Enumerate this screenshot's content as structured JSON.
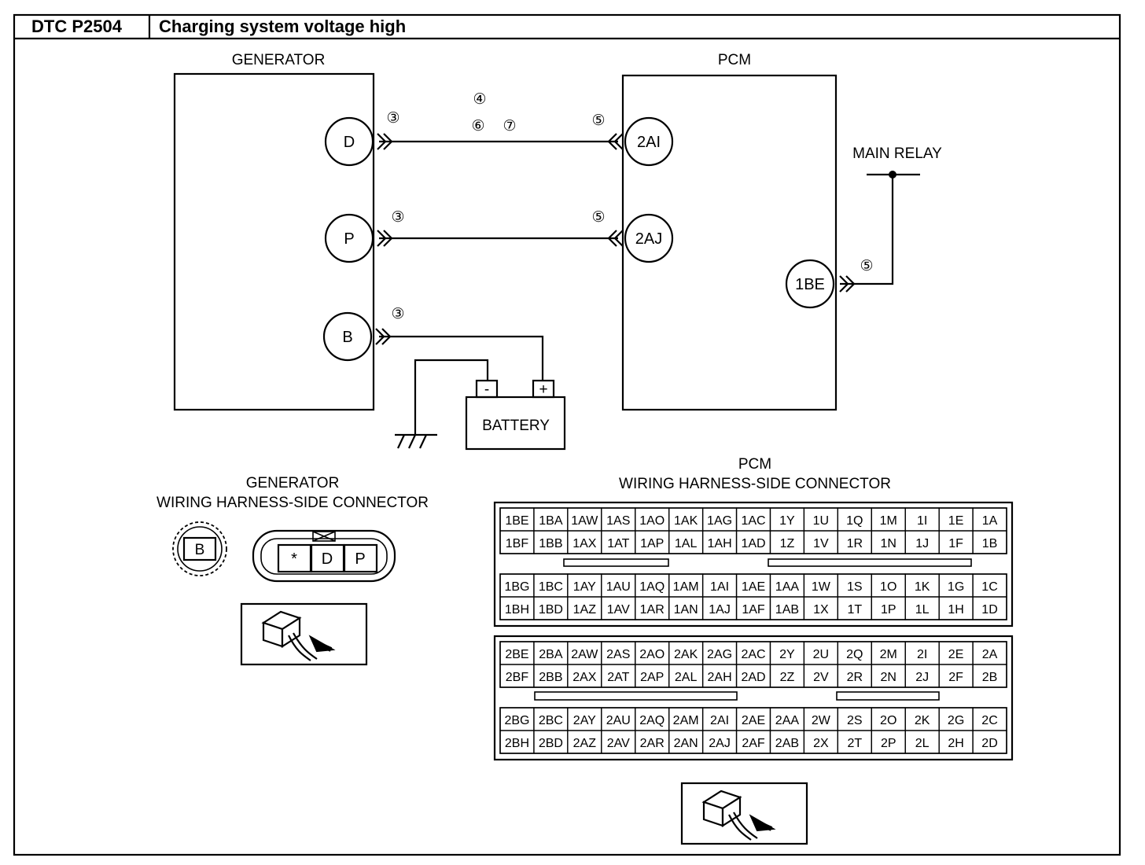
{
  "header": {
    "code": "DTC P2504",
    "title": "Charging system voltage high"
  },
  "components": {
    "generator": "GENERATOR",
    "pcm": "PCM",
    "main_relay": "MAIN RELAY",
    "battery": "BATTERY",
    "battery_neg": "-",
    "battery_pos": "+"
  },
  "generator_pins": {
    "d": "D",
    "p": "P",
    "b": "B"
  },
  "pcm_pins": {
    "ai": "2AI",
    "aj": "2AJ",
    "be": "1BE"
  },
  "step_marks": {
    "gen_d": "③",
    "gen_p": "③",
    "gen_b": "③",
    "wire_d_top": "④",
    "wire_d_a": "⑥",
    "wire_d_b": "⑦",
    "pcm_ai": "⑤",
    "pcm_aj": "⑤",
    "pcm_be": "⑤"
  },
  "gen_connector": {
    "title1": "GENERATOR",
    "title2": "WIRING HARNESS-SIDE CONNECTOR",
    "b_pin": "B",
    "pins": [
      "*",
      "D",
      "P"
    ]
  },
  "pcm_connector": {
    "title1": "PCM",
    "title2": "WIRING HARNESS-SIDE CONNECTOR",
    "block1": [
      [
        "1BE",
        "1BA",
        "1AW",
        "1AS",
        "1AO",
        "1AK",
        "1AG",
        "1AC",
        "1Y",
        "1U",
        "1Q",
        "1M",
        "1I",
        "1E",
        "1A"
      ],
      [
        "1BF",
        "1BB",
        "1AX",
        "1AT",
        "1AP",
        "1AL",
        "1AH",
        "1AD",
        "1Z",
        "1V",
        "1R",
        "1N",
        "1J",
        "1F",
        "1B"
      ]
    ],
    "block2": [
      [
        "1BG",
        "1BC",
        "1AY",
        "1AU",
        "1AQ",
        "1AM",
        "1AI",
        "1AE",
        "1AA",
        "1W",
        "1S",
        "1O",
        "1K",
        "1G",
        "1C"
      ],
      [
        "1BH",
        "1BD",
        "1AZ",
        "1AV",
        "1AR",
        "1AN",
        "1AJ",
        "1AF",
        "1AB",
        "1X",
        "1T",
        "1P",
        "1L",
        "1H",
        "1D"
      ]
    ],
    "block3": [
      [
        "2BE",
        "2BA",
        "2AW",
        "2AS",
        "2AO",
        "2AK",
        "2AG",
        "2AC",
        "2Y",
        "2U",
        "2Q",
        "2M",
        "2I",
        "2E",
        "2A"
      ],
      [
        "2BF",
        "2BB",
        "2AX",
        "2AT",
        "2AP",
        "2AL",
        "2AH",
        "2AD",
        "2Z",
        "2V",
        "2R",
        "2N",
        "2J",
        "2F",
        "2B"
      ]
    ],
    "block4": [
      [
        "2BG",
        "2BC",
        "2AY",
        "2AU",
        "2AQ",
        "2AM",
        "2AI",
        "2AE",
        "2AA",
        "2W",
        "2S",
        "2O",
        "2K",
        "2G",
        "2C"
      ],
      [
        "2BH",
        "2BD",
        "2AZ",
        "2AV",
        "2AR",
        "2AN",
        "2AJ",
        "2AF",
        "2AB",
        "2X",
        "2T",
        "2P",
        "2L",
        "2H",
        "2D"
      ]
    ]
  }
}
